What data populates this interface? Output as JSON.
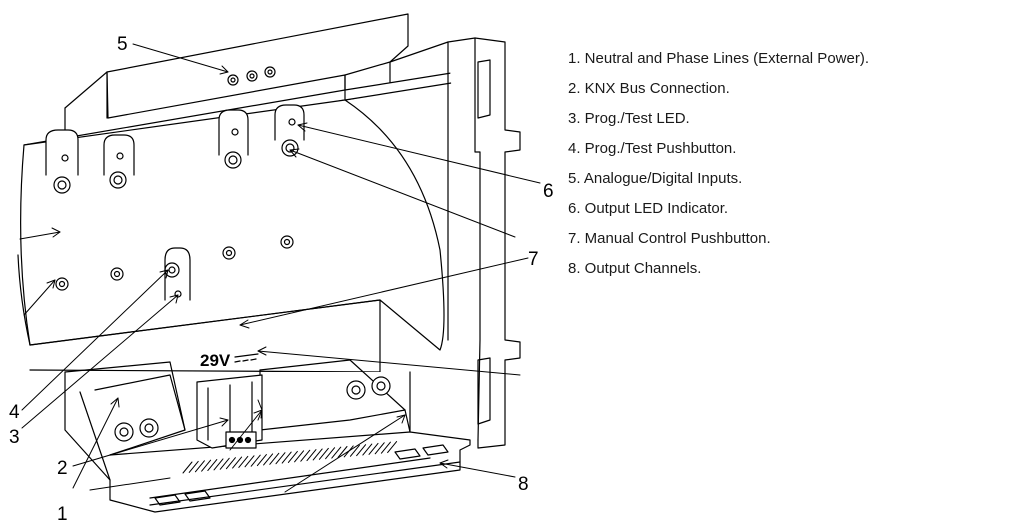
{
  "device_label": "29V",
  "callouts": [
    "1",
    "2",
    "3",
    "4",
    "5",
    "6",
    "7",
    "8"
  ],
  "legend": [
    "1. Neutral and Phase Lines (External Power).",
    "2. KNX Bus Connection.",
    "3. Prog./Test LED.",
    "4. Prog./Test Pushbutton.",
    "5. Analogue/Digital Inputs.",
    "6. Output LED Indicator.",
    "7. Manual Control Pushbutton.",
    "8. Output Channels."
  ],
  "colors": {
    "line": "#000000",
    "body": "#ffffff"
  }
}
